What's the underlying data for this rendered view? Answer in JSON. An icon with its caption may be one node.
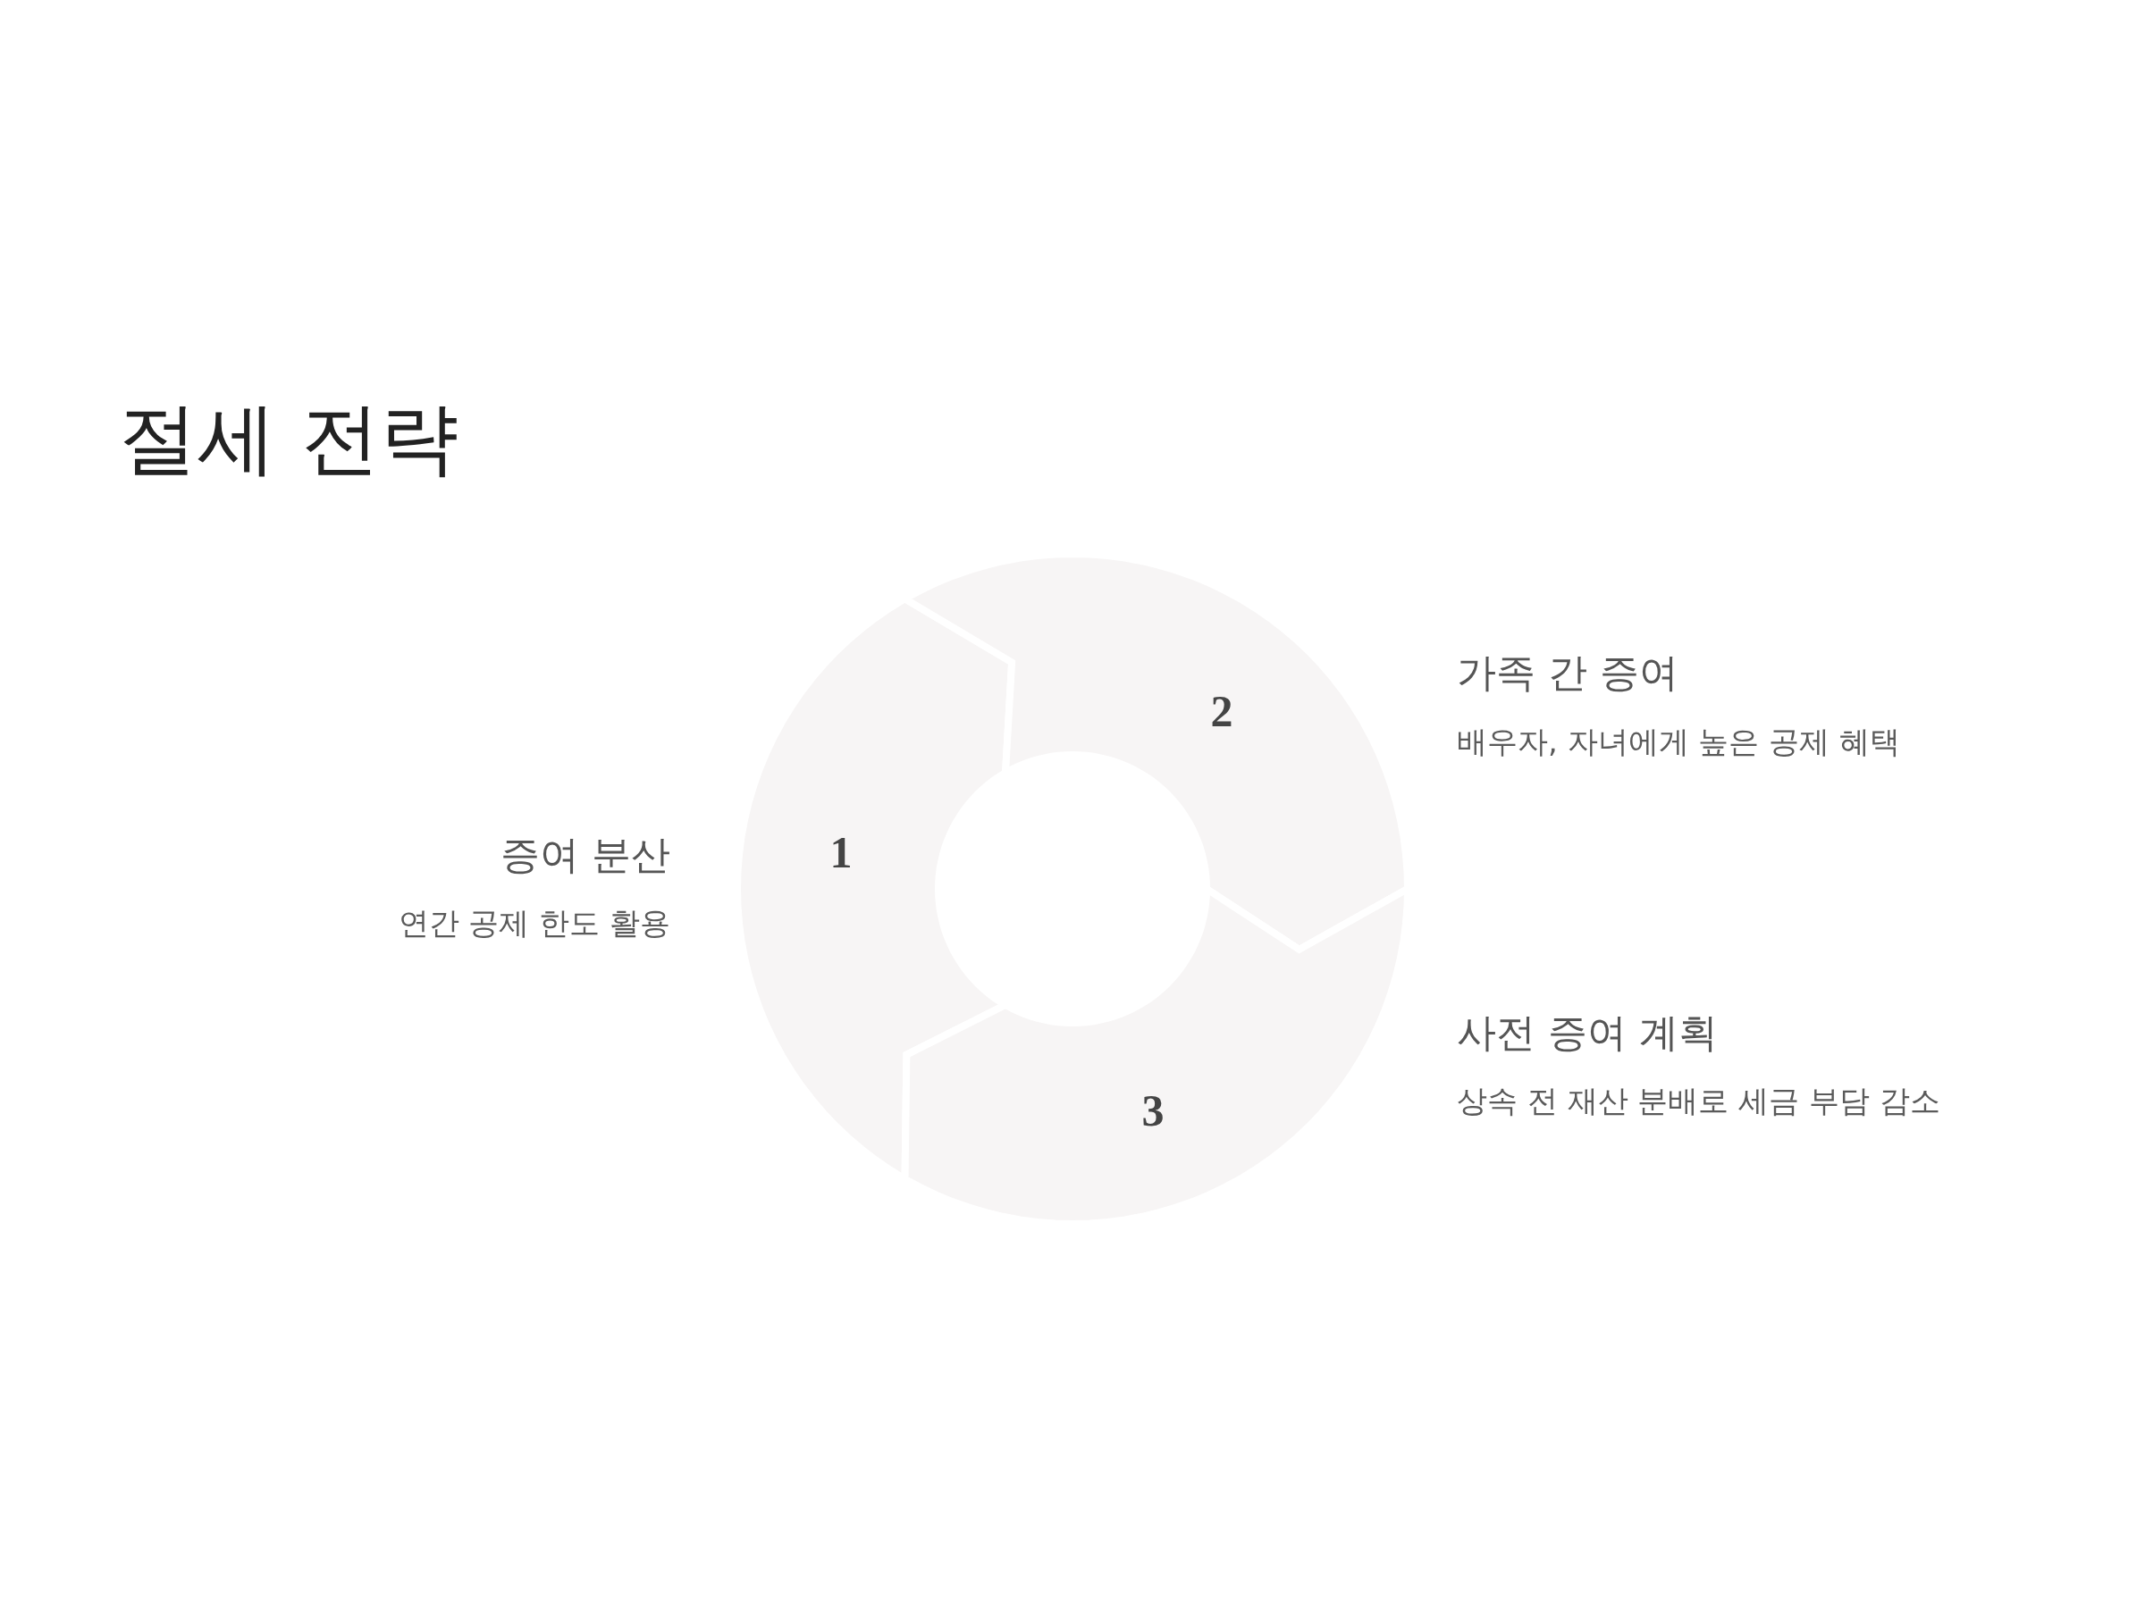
{
  "diagram": {
    "title": "절세 전략",
    "nodes": [
      {
        "text": [
          "1"
        ],
        "beside": [
          "증여 분산",
          "연간 공제 한도 활용"
        ]
      },
      {
        "text": [
          "2"
        ],
        "beside": [
          "가족 간 증여",
          "배우자, 자녀에게 높은 공제 혜택"
        ]
      },
      {
        "text": [
          "3"
        ],
        "beside": [
          "사전 증여 계획",
          "상속 전 재산 분배로 세금 부담 감소"
        ]
      }
    ],
    "edges": []
  }
}
